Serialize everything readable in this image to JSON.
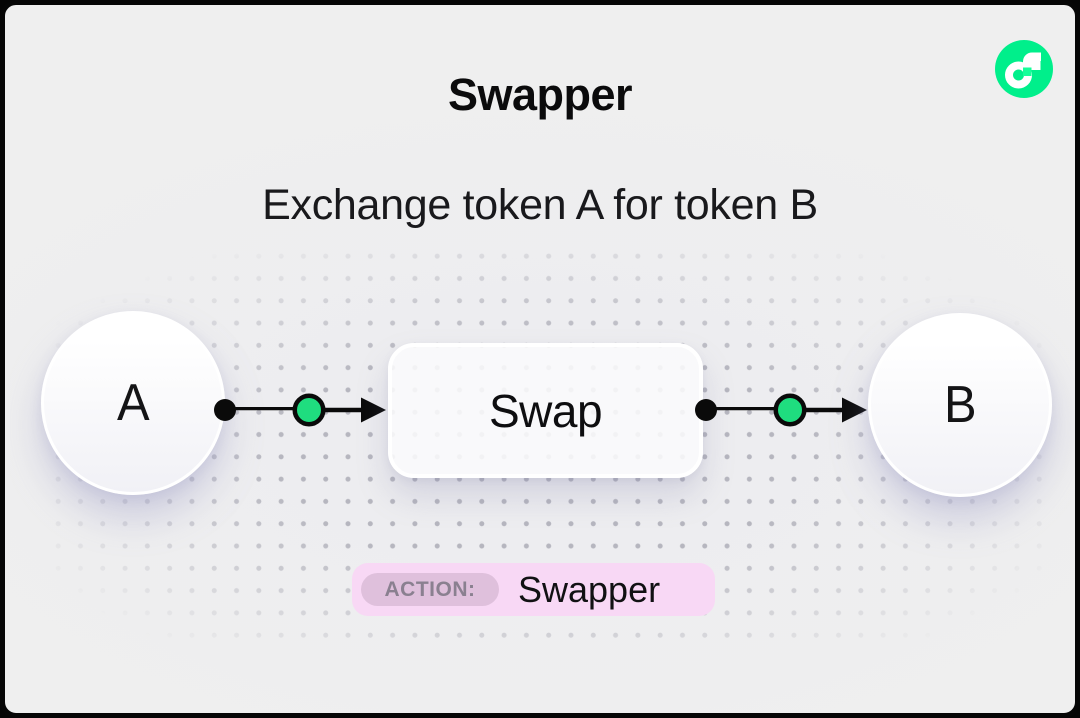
{
  "header": {
    "title": "Swapper",
    "subtitle": "Exchange token A for token B"
  },
  "logo": {
    "name": "flow-logo"
  },
  "diagram": {
    "node_a": {
      "label": "A"
    },
    "node_b": {
      "label": "B"
    },
    "swap_box": {
      "label": "Swap"
    }
  },
  "action_badge": {
    "label": "ACTION:",
    "value": "Swapper"
  },
  "colors": {
    "background": "#efefef",
    "frame": "#050505",
    "logo_green": "#00EF8B",
    "logo_green_bright": "#16FF99",
    "node_green": "#1fdd7f",
    "wire_black": "#0a0a0a",
    "badge_pink": "#f8d8f5",
    "badge_chip": "#dfc0dc",
    "dot_gray": "#91919e"
  }
}
